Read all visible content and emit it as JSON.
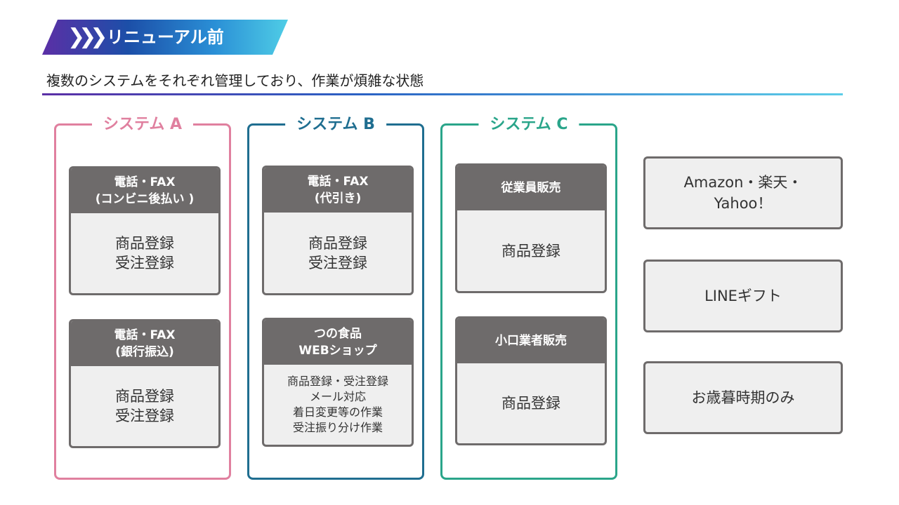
{
  "header": {
    "title": "リニューアル前",
    "chevrons": "❯❯❯"
  },
  "subtitle": "複数のシステムをそれぞれ管理しており、作業が煩雑な状態",
  "systems": [
    {
      "title": "システム A",
      "color": "#e0809f",
      "cards": [
        {
          "head": "電話・FAX\n(コンビニ後払い )",
          "body": "商品登録\n受注登録"
        },
        {
          "head": "電話・FAX\n(銀行振込)",
          "body": "商品登録\n受注登録"
        }
      ]
    },
    {
      "title": "システム B",
      "color": "#1f6e90",
      "cards": [
        {
          "head": "電話・FAX\n(代引き)",
          "body": "商品登録\n受注登録"
        },
        {
          "head": "つの食品\nWEBショップ",
          "body": "商品登録・受注登録\nメール対応\n着日変更等の作業\n受注振り分け作業"
        }
      ]
    },
    {
      "title": "システム C",
      "color": "#2aa58a",
      "cards": [
        {
          "head": "従業員販売",
          "body": "商品登録"
        },
        {
          "head": "小口業者販売",
          "body": "商品登録"
        }
      ]
    }
  ],
  "side_boxes": [
    "Amazon・楽天・\nYahoo！",
    "LINEギフト",
    "お歳暮時期のみ"
  ]
}
